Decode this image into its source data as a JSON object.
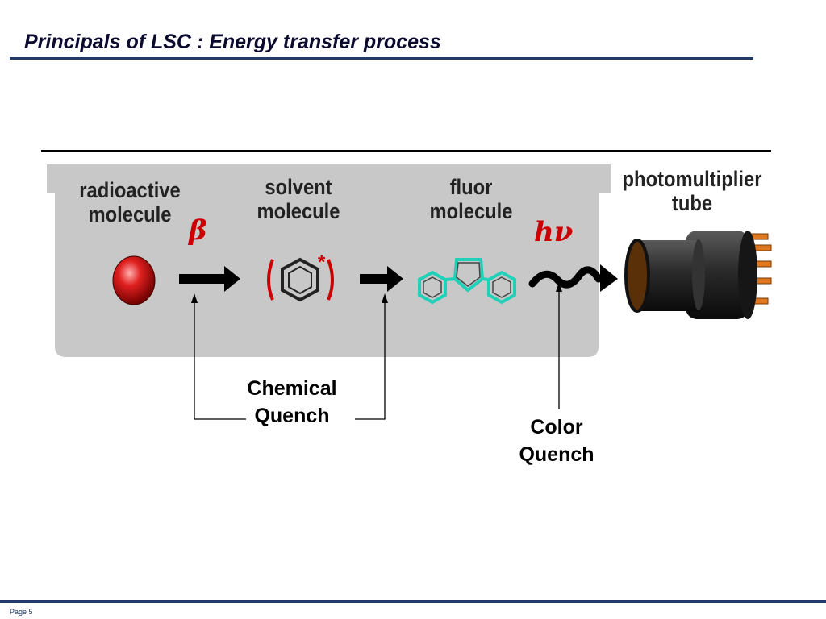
{
  "slide": {
    "title": "Principals of LSC : Energy transfer process",
    "page_label": "Page 5"
  },
  "diagram": {
    "stages": {
      "radioactive": "radioactive\nmolecule",
      "solvent": "solvent\nmolecule",
      "fluor": "fluor\nmolecule",
      "pmt": "photomultiplier\ntube"
    },
    "symbols": {
      "beta": "β",
      "photon": "hν",
      "excited_mark": "*"
    },
    "quench_labels": {
      "chemical": "Chemical\nQuench",
      "color": "Color\nQuench"
    }
  },
  "colors": {
    "title_rule": "#1f3a6b",
    "panel_gray": "#c8c8c8",
    "symbol_red": "#cc0000",
    "fluor_cyan": "#20d0b8",
    "pin_orange": "#e07820"
  }
}
